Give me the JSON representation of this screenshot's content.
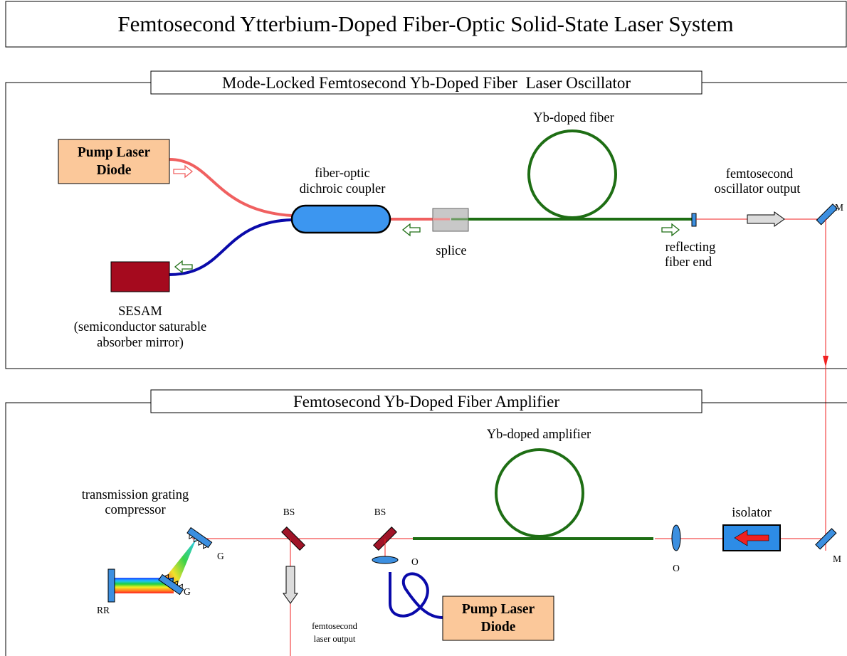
{
  "title": "Femtosecond Ytterbium-Doped Fiber-Optic Solid-State Laser System",
  "oscillator": {
    "heading": "Mode-Locked Femtosecond Yb-Doped Fiber  Laser Oscillator",
    "pump_line1": "Pump Laser",
    "pump_line2": "Diode",
    "coupler_line1": "fiber-optic",
    "coupler_line2": "dichroic coupler",
    "fiber": "Yb-doped fiber",
    "splice": "splice",
    "reflect_line1": "reflecting",
    "reflect_line2": "fiber end",
    "output_line1": "femtosecond",
    "output_line2": "oscillator output",
    "mirror": "M",
    "sesam_line1": "SESAM",
    "sesam_line2": "(semiconductor saturable",
    "sesam_line3": "absorber mirror)"
  },
  "amplifier": {
    "heading": "Femtosecond Yb-Doped Fiber Amplifier",
    "fiber": "Yb-doped amplifier",
    "compressor_line1": "transmission grating",
    "compressor_line2": "compressor",
    "bs1": "BS",
    "bs2": "BS",
    "grating1": "G",
    "grating2": "G",
    "rr": "RR",
    "lens_o1": "O",
    "lens_o2": "O",
    "isolator": "isolator",
    "mirror": "M",
    "pump_line1": "Pump Laser",
    "pump_line2": "Diode",
    "output_line1": "femtosecond",
    "output_line2": "laser output"
  },
  "colors": {
    "pump_fill": "#fbc89a",
    "pump_fiber": "#f06060",
    "signal_fiber": "#0a0aaa",
    "yb_fiber": "#1e6e14",
    "laser_beam": "#f02020",
    "coupler_fill": "#3c96f0",
    "sesam_fill": "#a50a1e",
    "splice_fill": "#c8c8c8",
    "mirror_fill": "#3c8fe0",
    "beamsplitter_fill": "#a01428",
    "isolator_fill": "#2d8ce6",
    "output_arrow_fill": "#dcdcdc"
  }
}
